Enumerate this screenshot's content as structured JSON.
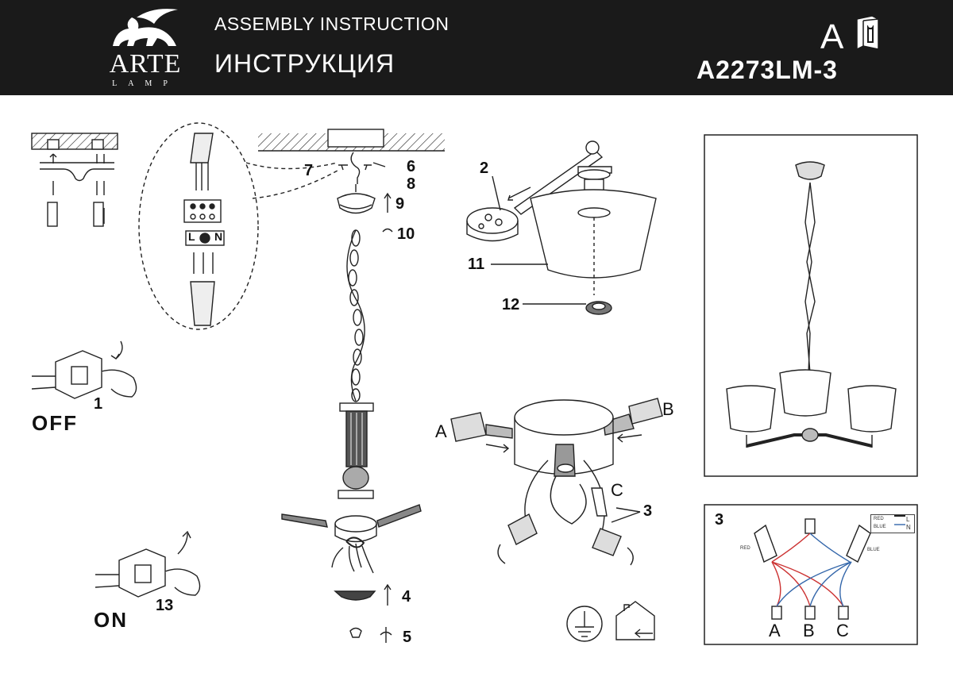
{
  "header": {
    "brand_name": "ARTE",
    "brand_sub": "LAMP",
    "title_en": "ASSEMBLY INSTRUCTION",
    "title_ru": "ИНСТРУКЦИЯ",
    "class_letter": "A",
    "info_icon": "info-book-icon",
    "model": "A2273LM-3"
  },
  "steps": {
    "s1": "1",
    "s2": "2",
    "s3": "3",
    "s4": "4",
    "s5": "5",
    "s6": "6",
    "s7": "7",
    "s8": "8",
    "s9": "9",
    "s10": "10",
    "s11": "11",
    "s12": "12",
    "s13": "13"
  },
  "switch_labels": {
    "off": "OFF",
    "on": "ON"
  },
  "arm_letters": {
    "a": "A",
    "b": "B",
    "c": "C"
  },
  "terminal_labels": {
    "l": "L",
    "n": "N"
  },
  "wiring_panel": {
    "step": "3",
    "legend_red": "RED",
    "legend_blue": "BLUE",
    "legend_l": "L",
    "legend_n": "N",
    "wire_red": "RED",
    "wire_blue": "BLUE",
    "a": "A",
    "b": "B",
    "c": "C"
  },
  "colors": {
    "header_bg": "#1a1a1a",
    "line": "#222222"
  }
}
